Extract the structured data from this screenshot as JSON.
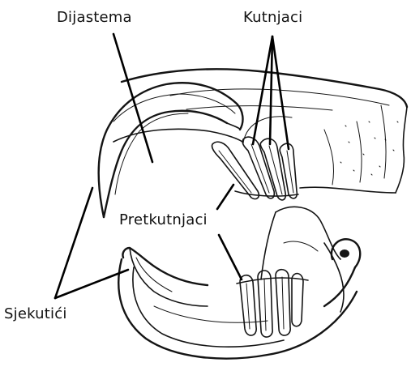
{
  "diagram": {
    "labels": {
      "diastema": "Dijastema",
      "molars": "Kutnjaci",
      "premolars": "Pretkutnjaci",
      "incisors": "Sjekutići"
    }
  }
}
